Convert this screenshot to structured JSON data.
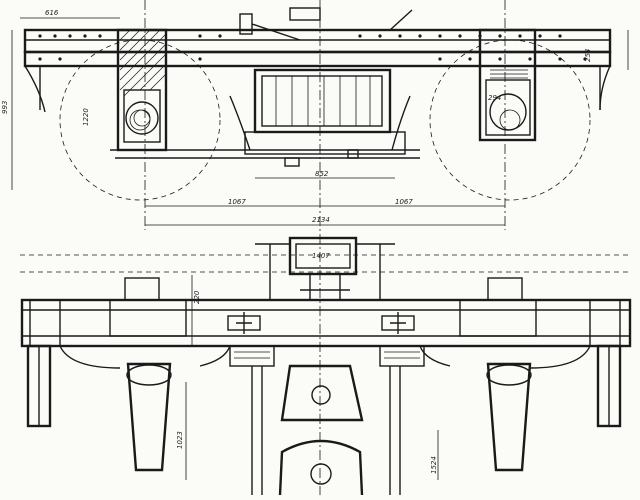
{
  "labels": {
    "top_left_overhang": "616",
    "left_height": "993",
    "axlebox_label": "1220",
    "right_height": "254",
    "spring_label": "294",
    "center_span": "852",
    "left_half": "1067",
    "right_half": "1067",
    "wheelbase": "2134",
    "bolster_label": "1407",
    "side_height": "220",
    "bottom_left_height": "1023",
    "bottom_right_label": "1524"
  }
}
